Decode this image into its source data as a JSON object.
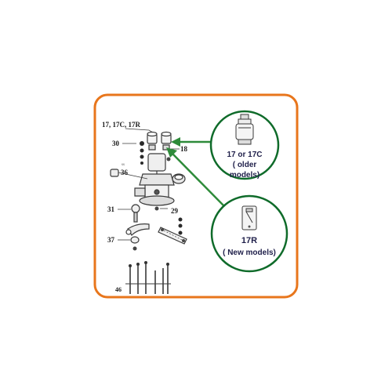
{
  "colors": {
    "frame_border": "#e8761c",
    "callout_border": "#0f6b2a",
    "arrow": "#2e8b3a",
    "drawing": "#3a3a3a",
    "text_dark": "#1f1f4a"
  },
  "diagram": {
    "header_label": "17, 17C, 17R",
    "part_labels": {
      "p30": "30",
      "p18": "18",
      "p36": "36",
      "p31": "31",
      "p29": "29",
      "p37": "37",
      "p46": "46"
    }
  },
  "callouts": {
    "older": {
      "line1": "17 or 17C",
      "line2": "( older",
      "line3": "models)",
      "icon": "pump-cylinder-icon"
    },
    "new": {
      "line1": "17R",
      "line2": "( New models)",
      "icon": "pump-sleeve-icon"
    }
  }
}
